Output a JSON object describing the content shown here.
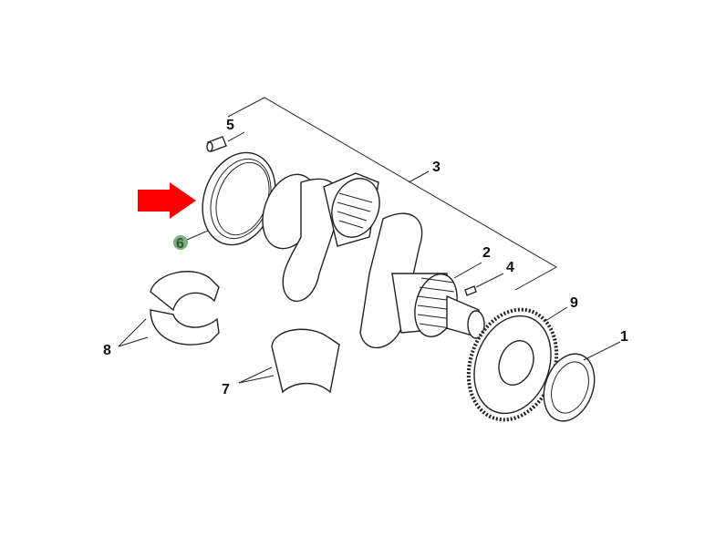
{
  "diagram": {
    "title": "Crankshaft assembly exploded view",
    "callouts": [
      {
        "id": "1",
        "label": "1"
      },
      {
        "id": "2",
        "label": "2"
      },
      {
        "id": "3",
        "label": "3"
      },
      {
        "id": "4",
        "label": "4"
      },
      {
        "id": "5",
        "label": "5"
      },
      {
        "id": "6",
        "label": "6",
        "highlighted": true
      },
      {
        "id": "7",
        "label": "7"
      },
      {
        "id": "8",
        "label": "8"
      },
      {
        "id": "9",
        "label": "9"
      }
    ],
    "colors": {
      "arrow": "#ff0000",
      "highlight": "#5a8a5a",
      "line": "#222222"
    }
  }
}
